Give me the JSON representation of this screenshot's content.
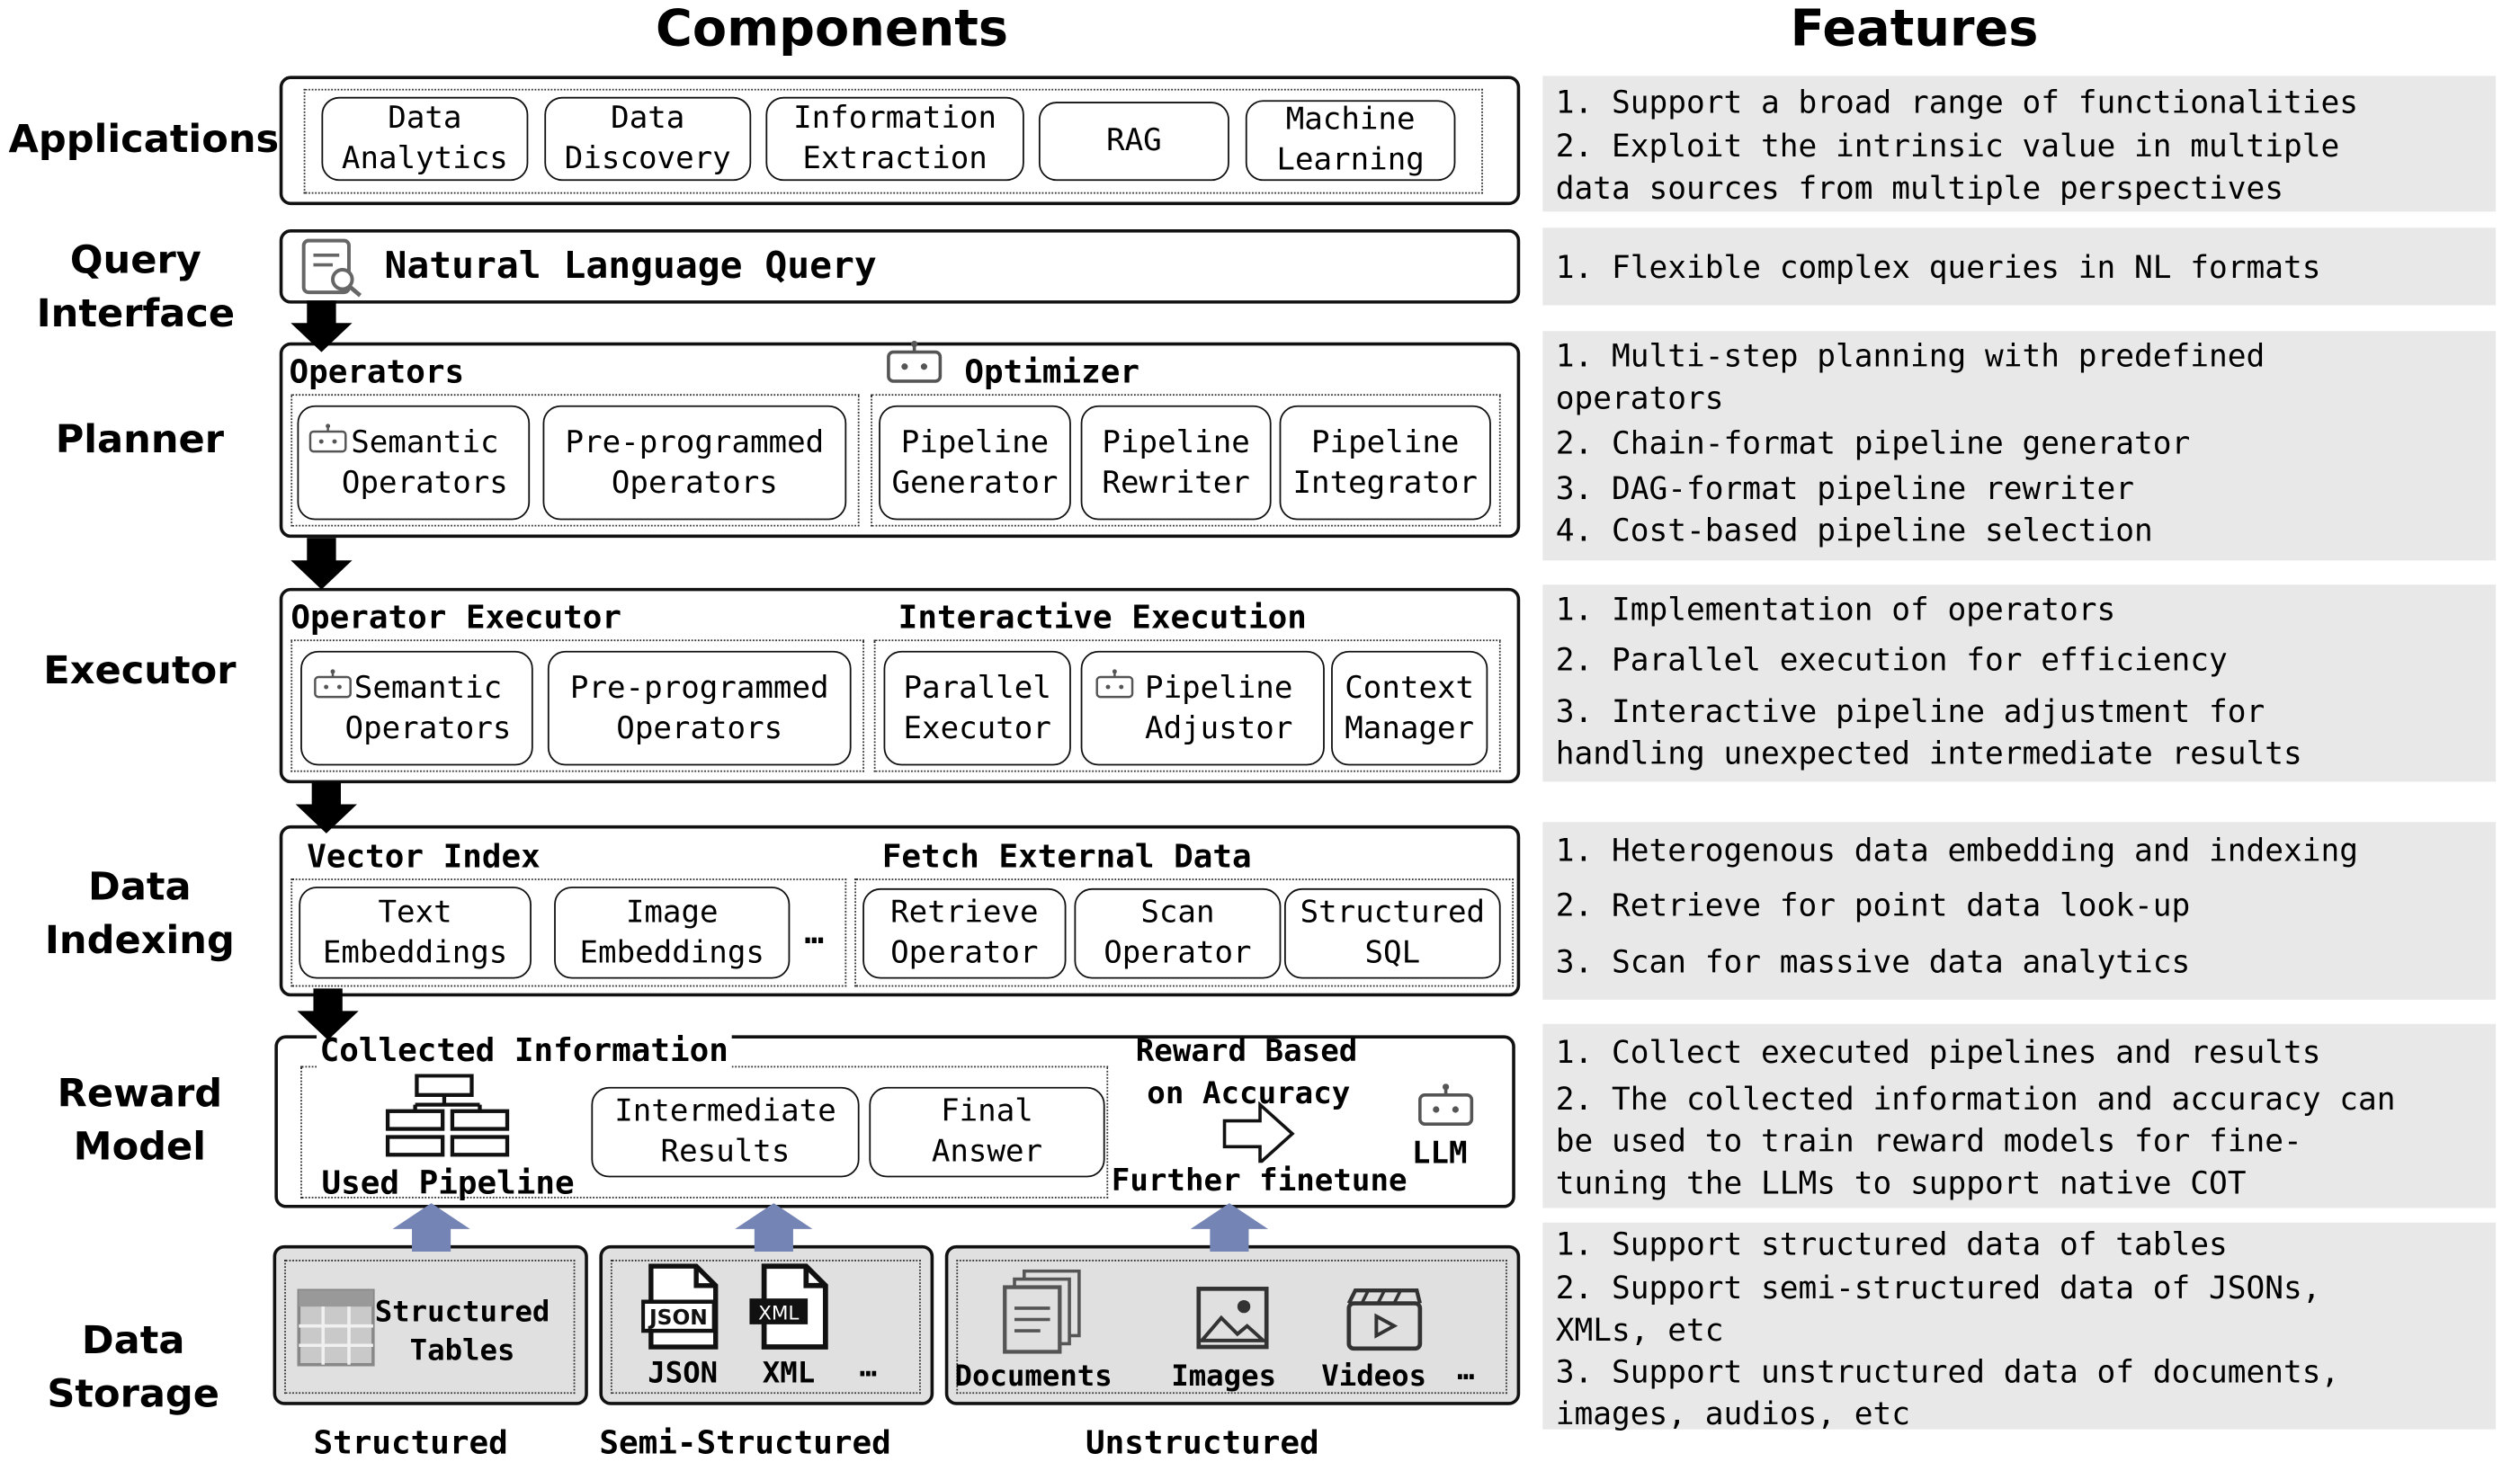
{
  "headers": {
    "components": "Components",
    "features": "Features"
  },
  "layers": {
    "applications": "Applications",
    "query_interface": "Query\nInterface",
    "planner": "Planner",
    "executor": "Executor",
    "data_indexing": "Data\nIndexing",
    "reward_model": "Reward\nModel",
    "data_storage": "Data\nStorage"
  },
  "applications": {
    "items": [
      "Data\nAnalytics",
      "Data\nDiscovery",
      "Information\nExtraction",
      "RAG",
      "Machine\nLearning"
    ]
  },
  "query_interface": {
    "title": "Natural Language Query"
  },
  "planner": {
    "operators_title": "Operators",
    "optimizer_title": "Optimizer",
    "items": [
      "Semantic\nOperators",
      "Pre-programmed\nOperators",
      "Pipeline\nGenerator",
      "Pipeline\nRewriter",
      "Pipeline\nIntegrator"
    ]
  },
  "executor": {
    "operator_executor_title": "Operator Executor",
    "interactive_title": "Interactive Execution",
    "items": [
      "Semantic\nOperators",
      "Pre-programmed\nOperators",
      "Parallel\nExecutor",
      "Pipeline\nAdjustor",
      "Context\nManager"
    ]
  },
  "indexing": {
    "vector_title": "Vector Index",
    "fetch_title": "Fetch External Data",
    "items": [
      "Text\nEmbeddings",
      "Image\nEmbeddings",
      "Retrieve\nOperator",
      "Scan\nOperator",
      "Structured\nSQL"
    ],
    "ellipsis": "…"
  },
  "reward": {
    "collected_title": "Collected Information",
    "used_pipeline": "Used Pipeline",
    "intermediate": "Intermediate\nResults",
    "final": "Final\nAnswer",
    "reward_based_1": "Reward Based",
    "reward_based_2": "on Accuracy",
    "llm": "LLM",
    "further": "Further finetune"
  },
  "storage": {
    "structured_tables": "Structured\nTables",
    "json": "JSON",
    "xml": "XML",
    "json_icon_text": "JSON",
    "xml_icon_text": "XML",
    "documents": "Documents",
    "images": "Images",
    "videos": "Videos",
    "ellipsis": "…",
    "labels": [
      "Structured",
      "Semi-Structured",
      "Unstructured"
    ]
  },
  "features": {
    "applications": [
      "1. Support a broad range of functionalities",
      "2. Exploit the intrinsic value in multiple",
      "data sources from multiple perspectives"
    ],
    "query": [
      "1. Flexible complex queries in NL formats"
    ],
    "planner": [
      "1. Multi-step planning with predefined",
      "operators",
      "2. Chain-format pipeline generator",
      "3. DAG-format pipeline rewriter",
      "4. Cost-based pipeline selection"
    ],
    "executor": [
      "1. Implementation of operators",
      "2. Parallel execution for efficiency",
      "3. Interactive pipeline adjustment for",
      "handling unexpected intermediate results"
    ],
    "indexing": [
      "1. Heterogenous data embedding and indexing",
      "2. Retrieve for point data look-up",
      "3. Scan for massive data analytics"
    ],
    "reward": [
      "1. Collect executed pipelines and results",
      "2. The collected information and accuracy can",
      "be used to train reward models for fine-",
      "tuning the LLMs to support native COT"
    ],
    "storage": [
      "1. Support structured data of tables",
      "2. Support semi-structured data of JSONs,",
      "XMLs, etc",
      "3. Support unstructured data of documents,",
      "images, audios, etc"
    ]
  },
  "colors": {
    "upload_arrow": "#7484b4",
    "feature_bg": "#e8e8e8",
    "storage_bg": "#e0e0e0"
  }
}
